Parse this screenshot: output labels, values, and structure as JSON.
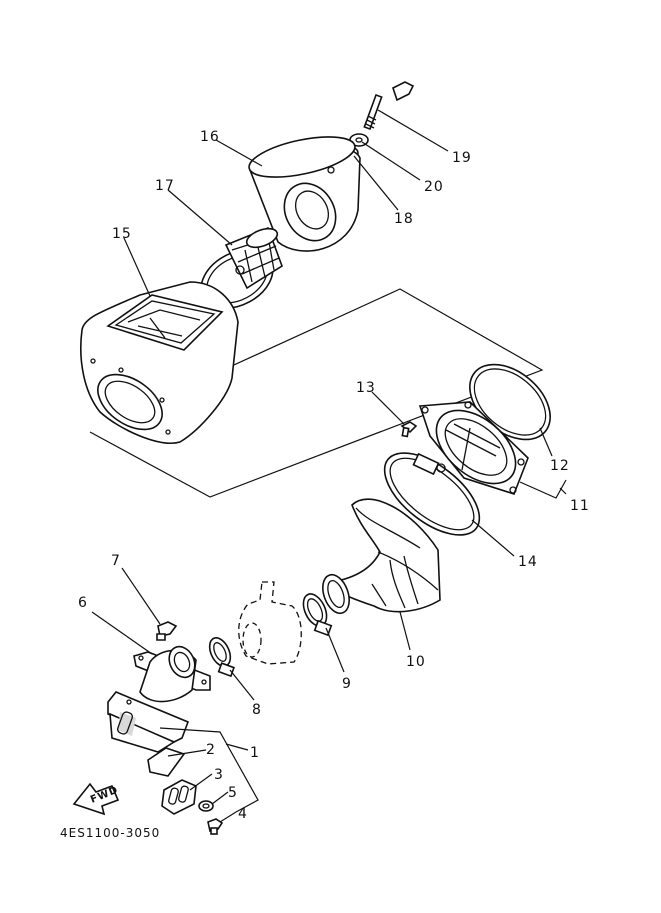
{
  "diagram": {
    "code": "4ES1100-3050",
    "fwd_label": "FWD",
    "callouts": [
      "1",
      "2",
      "3",
      "4",
      "5",
      "6",
      "7",
      "8",
      "9",
      "10",
      "11",
      "12",
      "13",
      "14",
      "15",
      "16",
      "17",
      "18",
      "19",
      "20"
    ]
  }
}
